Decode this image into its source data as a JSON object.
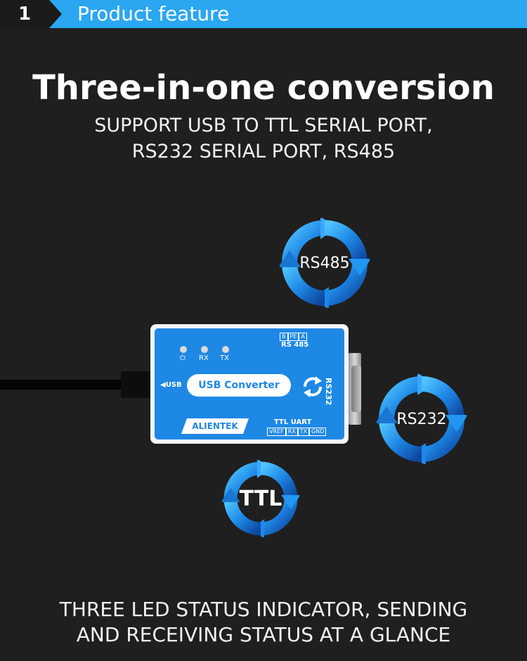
{
  "header": {
    "number": "1",
    "title": "Product feature",
    "accent_color": "#2aa7f0"
  },
  "headline": "Three-in-one conversion",
  "subheadline": {
    "line1": "SUPPORT USB TO TTL SERIAL PORT,",
    "line2": "RS232 SERIAL PORT, RS485"
  },
  "rings": {
    "rs485": "RS485",
    "rs232": "RS232",
    "ttl": "TTL",
    "icon": "circular-arrows-icon"
  },
  "device": {
    "leds": [
      {
        "label": "⏻",
        "icon": "power-icon"
      },
      {
        "label": "RX"
      },
      {
        "label": "TX"
      }
    ],
    "rs485_pins": [
      "B",
      "PE",
      "A"
    ],
    "rs485_label": "RS 485",
    "usb_tag": "◀USB",
    "usb_label": "USB Converter",
    "rs232_label": "RS232",
    "ttl_label": "TTL  UART",
    "ttl_pins": [
      "VREF",
      "RX",
      "TX",
      "GND"
    ],
    "brand": "ALIENTEK",
    "body_color": "#1e88e5"
  },
  "footer": {
    "line1": "THREE LED STATUS INDICATOR, SENDING",
    "line2": "AND RECEIVING STATUS AT A GLANCE"
  }
}
